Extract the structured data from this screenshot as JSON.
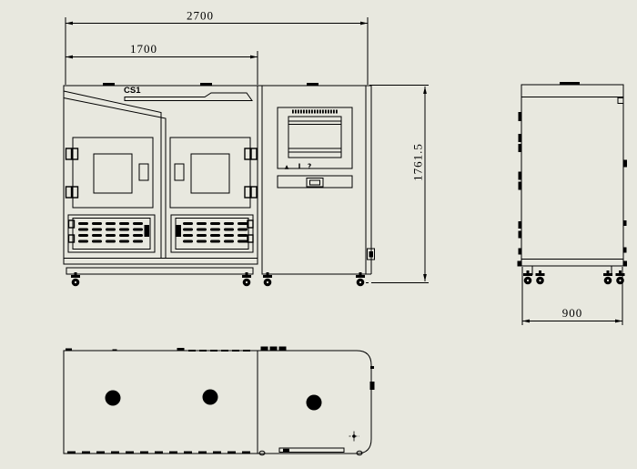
{
  "drawing": {
    "front_view": {
      "label": "CS1",
      "dim_overall_width": "2700",
      "dim_left_section_width": "1700",
      "dim_height": "1761.5"
    },
    "side_view": {
      "dim_depth": "900"
    },
    "control_panel": {
      "indicator_icon_1": "▲",
      "indicator_icon_2": "I",
      "indicator_icon_3": "?"
    },
    "colors": {
      "background": "#e8e8df",
      "line": "#000000"
    }
  }
}
